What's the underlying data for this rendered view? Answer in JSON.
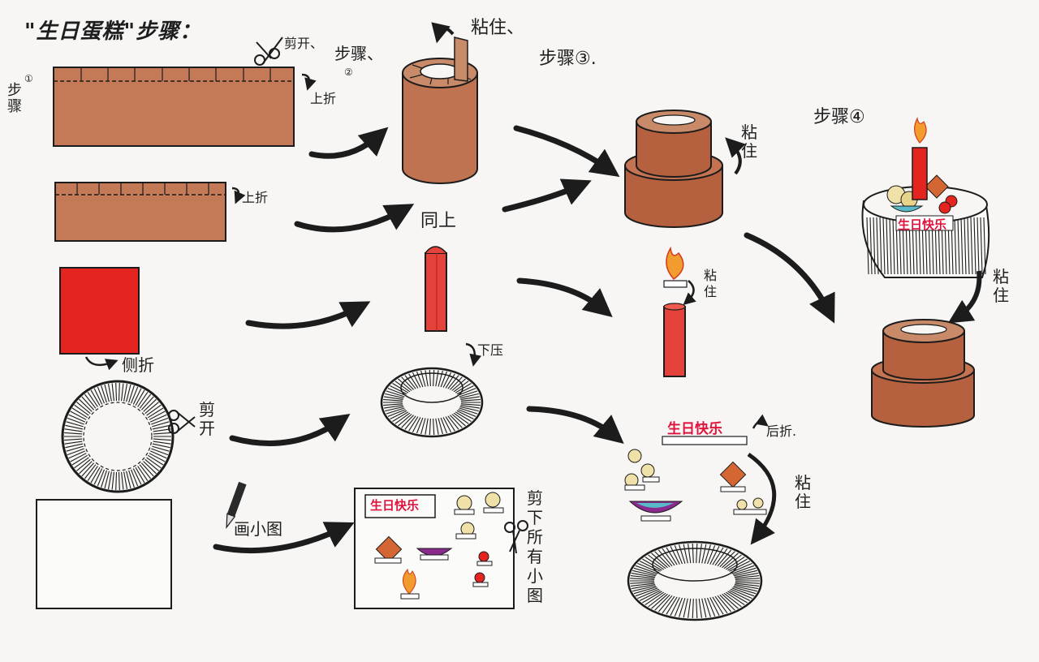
{
  "title": "\"生日蛋糕\"步骤：",
  "steps": {
    "step1_label": "步骤",
    "step1_num": "①",
    "step2_label": "步骤、",
    "step2_num": "②",
    "step3": "步骤③.",
    "step4": "步骤④"
  },
  "actions": {
    "cut_open_top": "剪开、",
    "fold_up_1": "上折",
    "fold_up_2": "上折",
    "stick_top": "粘住、",
    "same_as_above": "同上",
    "stick_right": "粘住",
    "fold_sideways": "侧折",
    "cut_open_ring": "剪开",
    "press_down": "下压",
    "stick_flame": "粘住",
    "draw_small": "画小图",
    "cut_all": "剪下所有小图",
    "fold_back": "后折.",
    "stick_decor": "粘住",
    "stick_final": "粘住"
  },
  "banner_text": "生日快乐",
  "colors": {
    "paper_brown": "#c07755",
    "cake_brown": "#b5603e",
    "red": "#e4241f",
    "banner_red": "#e0123c",
    "ink": "#1c1c1c"
  }
}
